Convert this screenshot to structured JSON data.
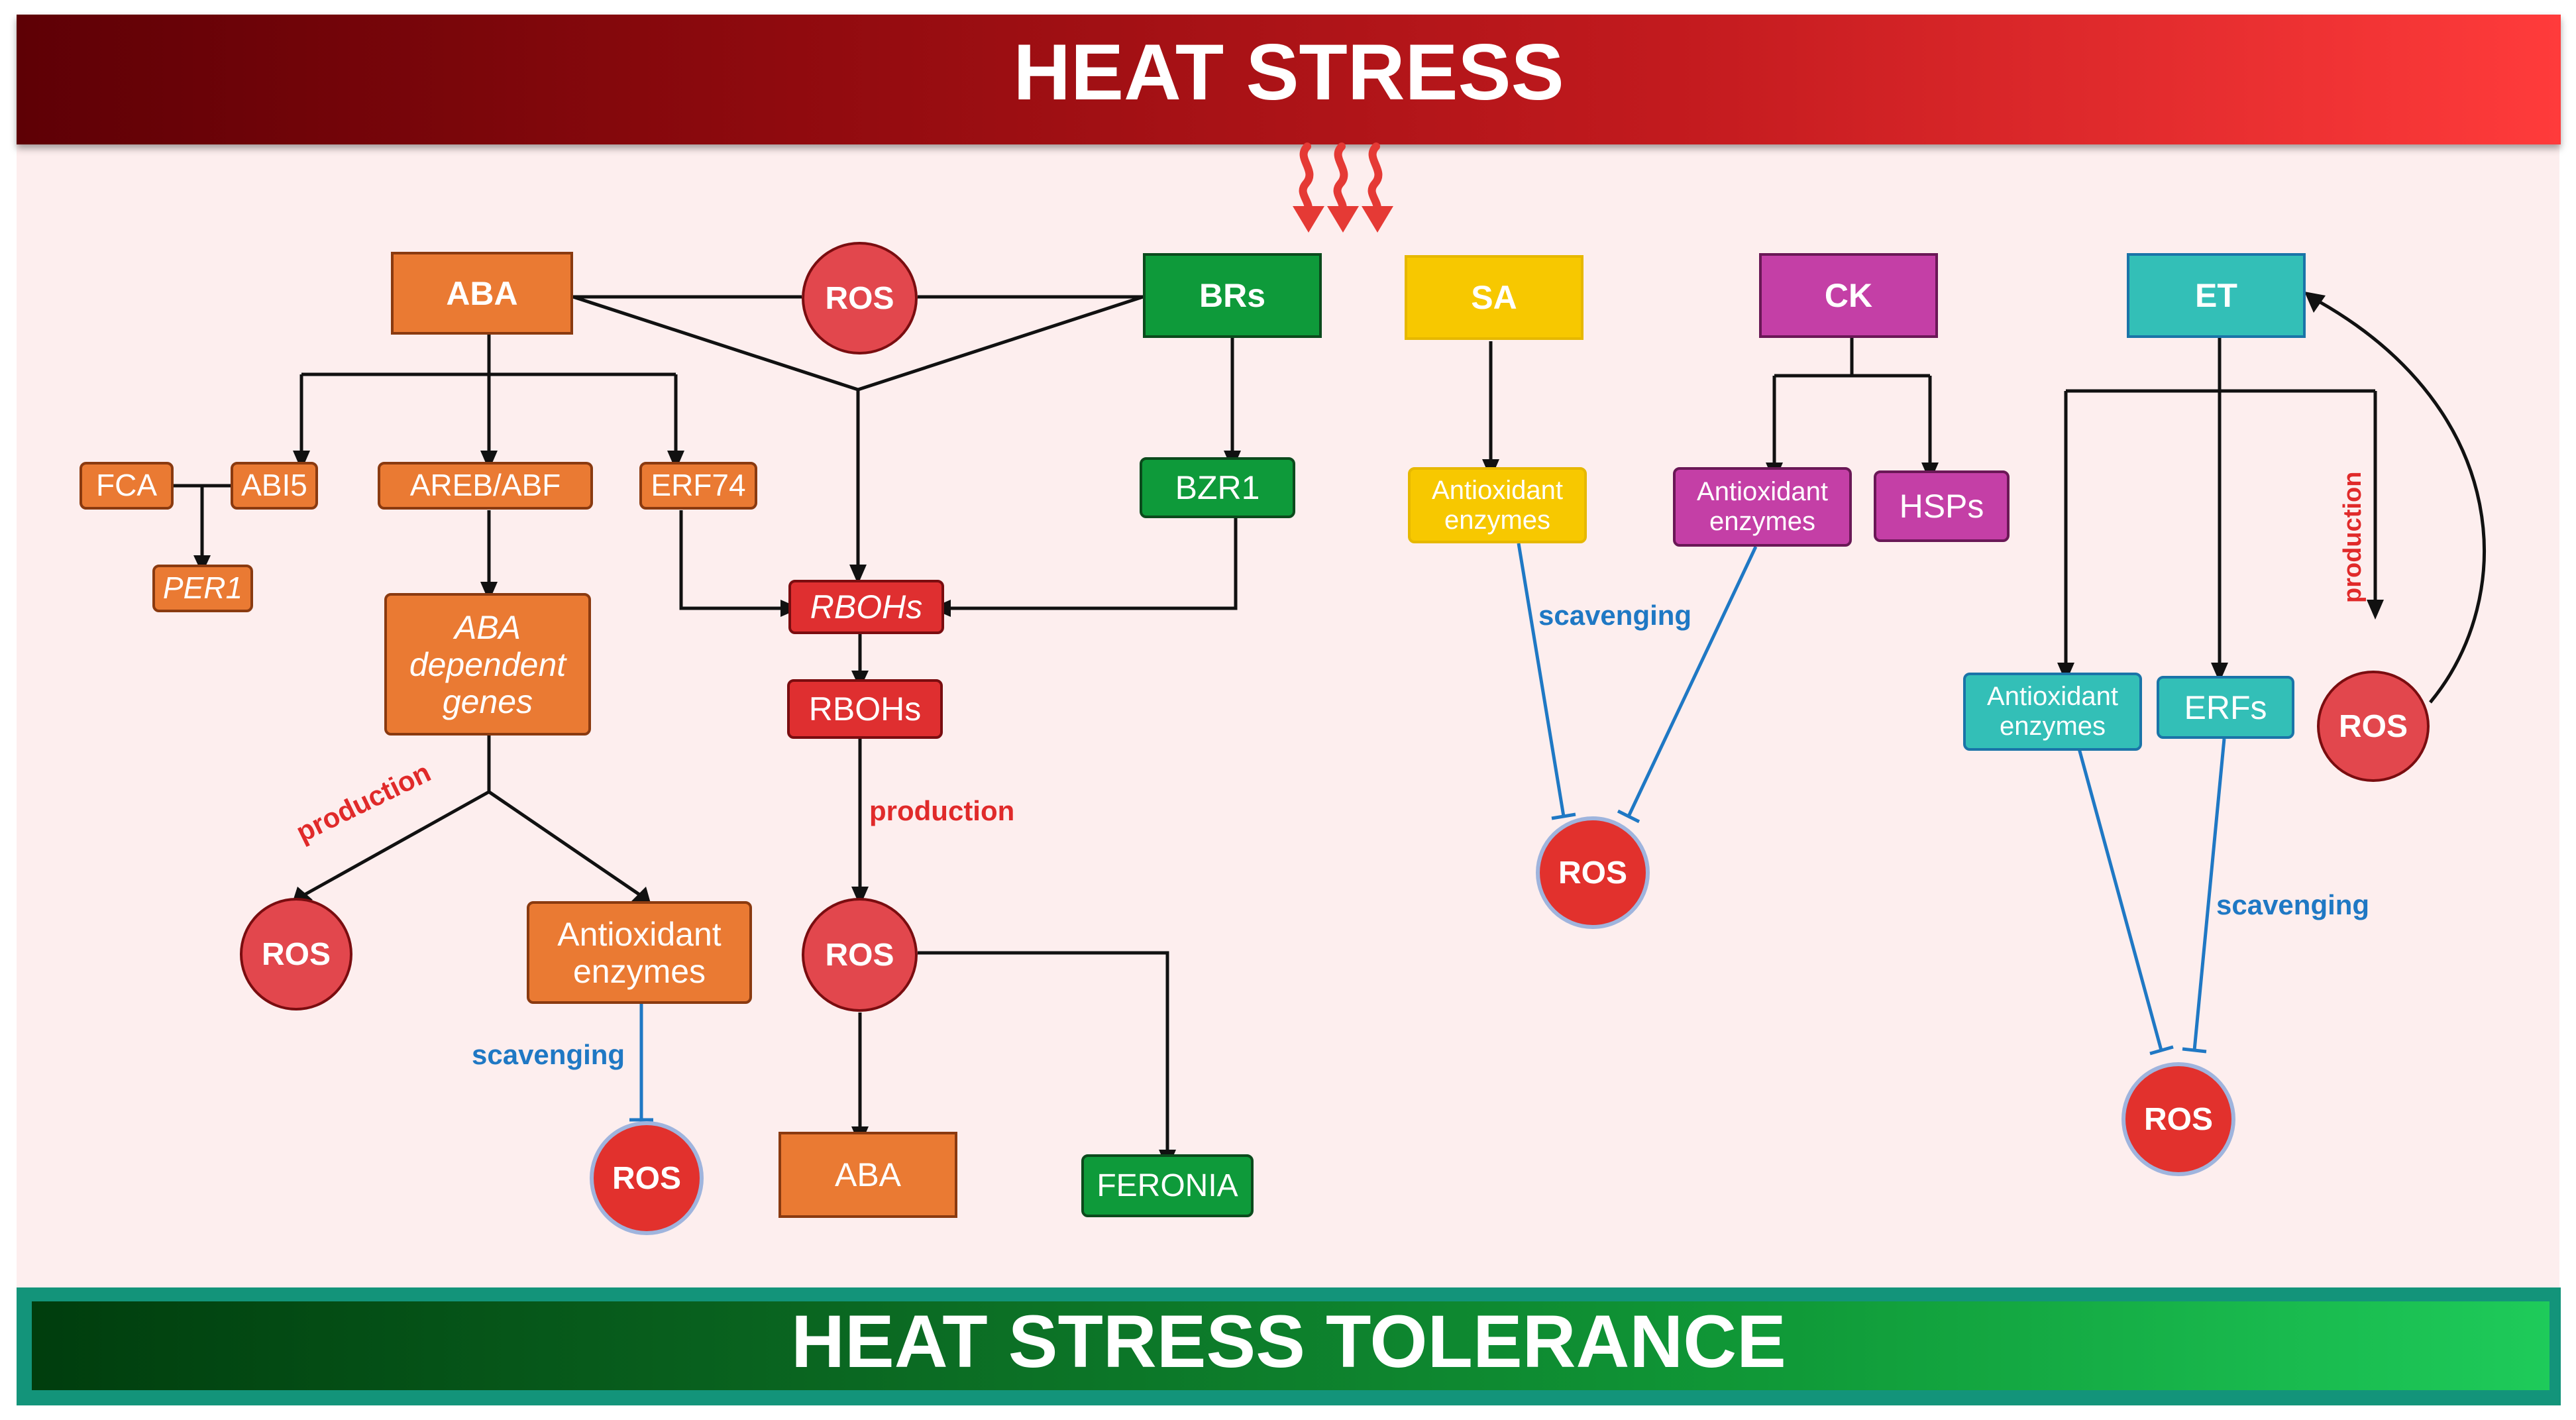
{
  "header": {
    "title": "HEAT STRESS"
  },
  "footer": {
    "title": "HEAT STRESS TOLERANCE"
  },
  "colors": {
    "aba_orange": "#ea7a33",
    "br_green": "#0e9a3a",
    "ros_red": "#df2f30",
    "sa_yellow": "#f7c800",
    "ck_magenta": "#c43fa6",
    "et_teal": "#33bfb7",
    "production_label": "#e02a2a",
    "scavenging_label": "#1f78c4"
  },
  "icons": {
    "heat": "heat-wave-arrows-icon"
  },
  "nodes": {
    "aba": "ABA",
    "ros_top": "ROS",
    "brs": "BRs",
    "sa": "SA",
    "ck": "CK",
    "et": "ET",
    "fca": "FCA",
    "abi5": "ABI5",
    "per1": "PER1",
    "areb_abf": "AREB/ABF",
    "erf74": "ERF74",
    "aba_dependent_genes": "ABA\ndependent\ngenes",
    "rbohs_gene": "RBOHs",
    "rbohs_protein": "RBOHs",
    "bzr1": "BZR1",
    "sa_antioxidant": "Antioxidant\nenzymes",
    "ck_antioxidant": "Antioxidant\nenzymes",
    "hsps": "HSPs",
    "et_antioxidant": "Antioxidant\nenzymes",
    "erfs": "ERFs",
    "ros_aba_production": "ROS",
    "aba_antioxidant": "Antioxidant\nenzymes",
    "ros_aba_scavenged": "ROS",
    "ros_rboh": "ROS",
    "aba_bottom": "ABA",
    "feronia": "FERONIA",
    "ros_sa_ck": "ROS",
    "ros_et_production": "ROS",
    "ros_et_scavenged": "ROS"
  },
  "labels": {
    "production_aba": "production",
    "production_rboh": "production",
    "production_et": "production",
    "scavenging_aba": "scavenging",
    "scavenging_sa_ck": "scavenging",
    "scavenging_et": "scavenging"
  }
}
